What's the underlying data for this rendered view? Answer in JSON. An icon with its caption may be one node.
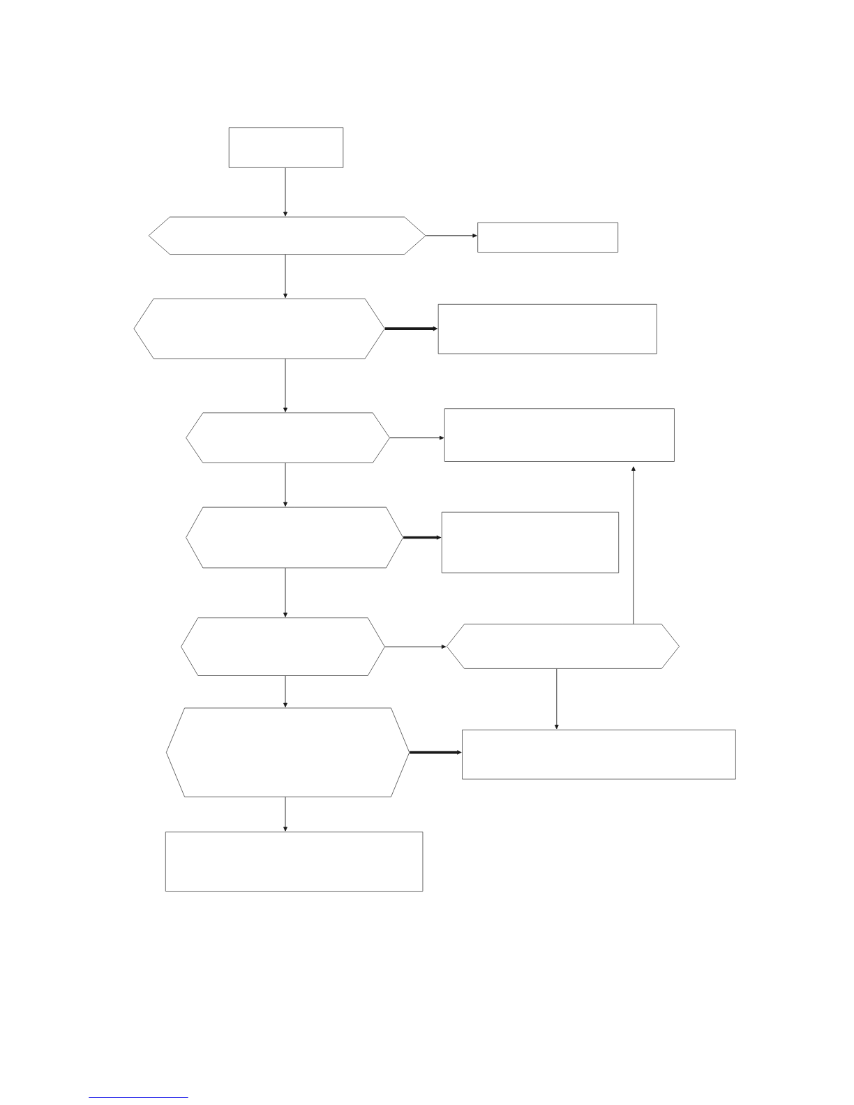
{
  "diagram": {
    "nodes": [
      {
        "text": [],
        "shape": "box"
      },
      {
        "text": [],
        "shape": "hexagon"
      },
      {
        "text": [],
        "shape": "box"
      },
      {
        "text": [],
        "shape": "hexagon"
      },
      {
        "text": [],
        "shape": "box"
      },
      {
        "text": [],
        "shape": "hexagon"
      },
      {
        "text": [],
        "shape": "box"
      },
      {
        "text": [],
        "shape": "hexagon"
      },
      {
        "text": [],
        "shape": "box"
      },
      {
        "text": [],
        "shape": "hexagon"
      },
      {
        "text": [],
        "shape": "hexagon"
      },
      {
        "text": [],
        "shape": "hexagon"
      },
      {
        "text": [],
        "shape": "box"
      },
      {
        "text": [],
        "shape": "box"
      }
    ],
    "edges": [
      {
        "from": 0,
        "to": 1,
        "arrow": "to"
      },
      {
        "from": 1,
        "to": 2,
        "arrow": "to"
      },
      {
        "from": 1,
        "to": 3,
        "arrow": "to"
      },
      {
        "from": 3,
        "to": 4,
        "arrow": "to",
        "style": "thick"
      },
      {
        "from": 3,
        "to": 5,
        "arrow": "to"
      },
      {
        "from": 5,
        "to": 6,
        "arrow": "to"
      },
      {
        "from": 5,
        "to": 7,
        "arrow": "to"
      },
      {
        "from": 7,
        "to": 8,
        "arrow": "to",
        "style": "thick"
      },
      {
        "from": 7,
        "to": 9,
        "arrow": "to"
      },
      {
        "from": 9,
        "to": 10,
        "arrow": "to"
      },
      {
        "from": 10,
        "to": 6,
        "arrow": "to"
      },
      {
        "from": 10,
        "to": 12,
        "arrow": "to"
      },
      {
        "from": 9,
        "to": 11,
        "arrow": "to"
      },
      {
        "from": 11,
        "to": 12,
        "arrow": "to",
        "style": "thick"
      },
      {
        "from": 11,
        "to": 13,
        "arrow": "to"
      }
    ]
  }
}
